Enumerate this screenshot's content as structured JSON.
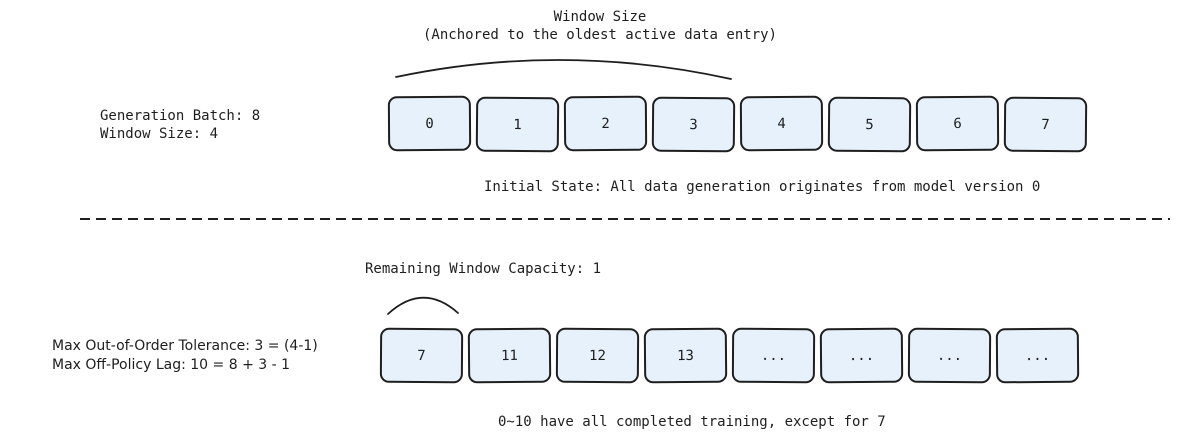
{
  "top": {
    "window_title": "Window Size",
    "window_subtitle": "(Anchored to the oldest active data entry)",
    "params": [
      "Generation Batch: 8",
      "Window Size: 4"
    ],
    "cells": [
      "0",
      "1",
      "2",
      "3",
      "4",
      "5",
      "6",
      "7"
    ],
    "caption": "Initial State: All data generation originates from model version 0"
  },
  "bottom": {
    "capacity_label": "Remaining Window Capacity: 1",
    "params": [
      "Max Out-of-Order Tolerance: 3 = (4-1)",
      "Max Off-Policy Lag: 10 = 8 + 3 - 1"
    ],
    "cells": [
      "7",
      "11",
      "12",
      "13",
      "...",
      "...",
      "...",
      "..."
    ],
    "caption": "0~10 have all completed training, except for 7"
  },
  "colors": {
    "cell_fill": "#e6f1fb",
    "stroke": "#1e1e1e"
  }
}
